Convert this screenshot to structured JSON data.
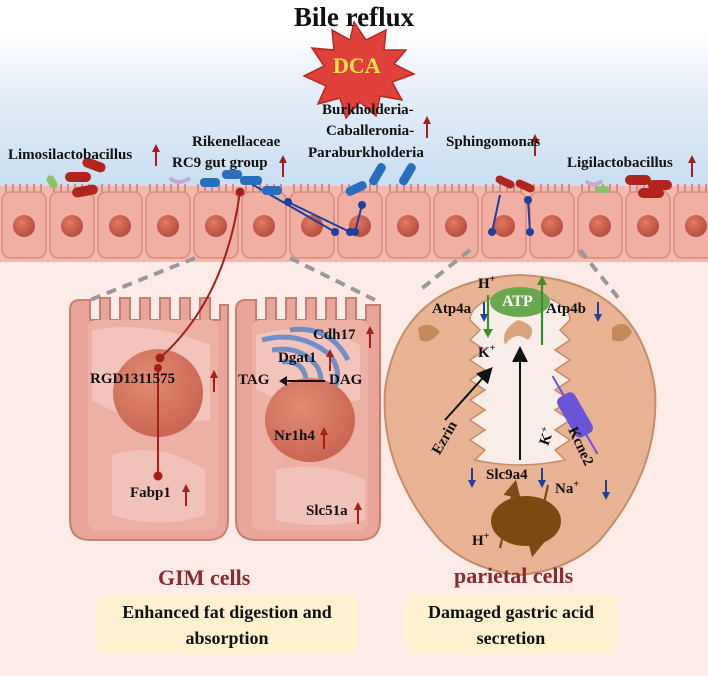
{
  "title": "Bile reflux",
  "dca": "DCA",
  "bacteria": {
    "limosilactobacillus": "Limosilactobacillus",
    "rikenellaceae_1": "Rikenellaceae",
    "rikenellaceae_2": "RC9 gut group",
    "burkholderia_1": "Burkholderia-",
    "burkholderia_2": "Caballeronia-",
    "burkholderia_3": "Paraburkholderia",
    "sphingomonas": "Sphingomonas",
    "ligilactobacillus": "Ligilactobacillus"
  },
  "gim_left": {
    "rgd": "RGD1311575",
    "fabp1": "Fabp1"
  },
  "gim_right": {
    "cdh17": "Cdh17",
    "dgat1": "Dgat1",
    "tag": "TAG",
    "dag": "DAG",
    "nr1h4": "Nr1h4",
    "slc51a": "Slc51a"
  },
  "parietal": {
    "h_top": "H",
    "atp": "ATP",
    "atp4a": "Atp4a",
    "atp4b": "Atp4b",
    "k_center": "K",
    "k_channel": "K",
    "kcne2": "Kcne2",
    "ezrin": "Ezrin",
    "slc9a4": "Slc9a4",
    "na": "Na",
    "h_bottom": "H",
    "plus": "+"
  },
  "captions": {
    "gim": "GIM  cells",
    "parietal": "parietal cells"
  },
  "boxes": {
    "gim_1": "Enhanced fat digestion and",
    "gim_2": "absorption",
    "parietal_1": "Damaged gastric acid",
    "parietal_2": "secretion"
  },
  "colors": {
    "up_arrow": "#a3201a",
    "down_arrow": "#1f3f9c",
    "link_red": "#a3201a",
    "link_blue": "#1f3f9c",
    "atp": "#6aa84f",
    "star": "#e0413a",
    "dca_text": "#ffe34a"
  }
}
